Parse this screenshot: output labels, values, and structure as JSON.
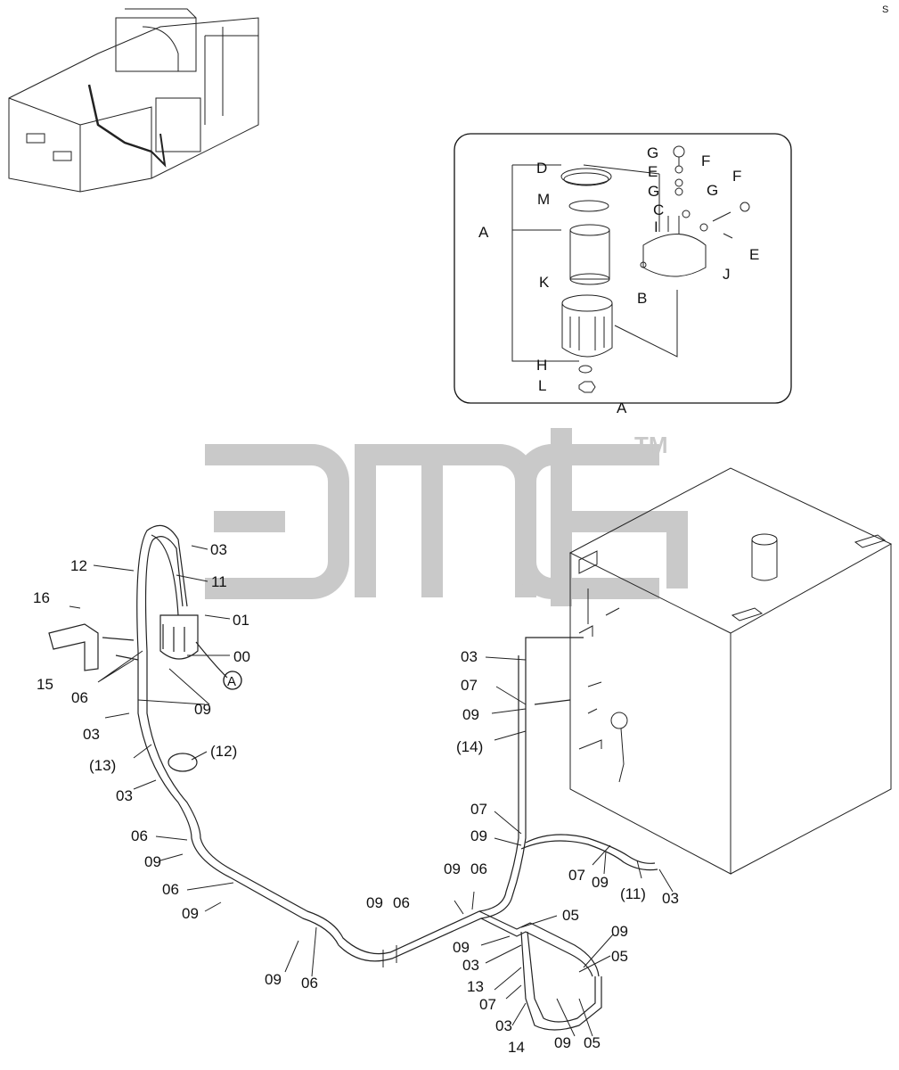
{
  "watermark": {
    "text": "элсб",
    "tm": "TM"
  },
  "page_mark": "S",
  "inset": {
    "title_label": "A",
    "parts": {
      "D": "D",
      "M": "M",
      "A": "A",
      "K": "K",
      "H": "H",
      "L": "L",
      "G1": "G",
      "F1": "F",
      "E1": "E",
      "G2": "G",
      "C": "C",
      "I": "I",
      "G3": "G",
      "F2": "F",
      "E2": "E",
      "J": "J",
      "B": "B"
    }
  },
  "callouts": {
    "c12": "12",
    "c03a": "03",
    "c11": "11",
    "c01": "01",
    "c16": "16",
    "c00": "00",
    "cA": "A",
    "c15": "15",
    "c06a": "06",
    "c09a": "09",
    "c03b": "03",
    "c13p": "(13)",
    "c12p": "(12)",
    "c03c": "03",
    "c06b": "06",
    "c09b": "09",
    "c06c": "06",
    "c09c": "09",
    "c09d": "09",
    "c06d": "06",
    "c09e": "09",
    "c06e": "06",
    "c09f": "09",
    "c06f": "06",
    "c05a": "05",
    "c09g": "09",
    "c03d": "03",
    "c13": "13",
    "c07a": "07",
    "c03e": "03",
    "c14": "14",
    "c09h": "09",
    "c05b": "05",
    "c09i": "09",
    "c05c": "05",
    "c03f": "03",
    "c07b": "07",
    "c09j": "09",
    "c14p": "(14)",
    "c07c": "07",
    "c09k": "09",
    "c07d": "07",
    "c09l": "09",
    "c11p": "(11)",
    "c03g": "03"
  }
}
